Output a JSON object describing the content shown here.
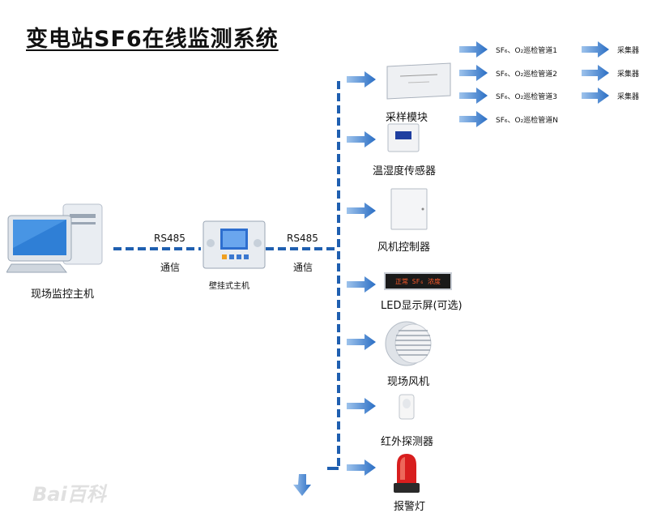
{
  "title": "变电站SF6在线监测系统",
  "host": {
    "label": "现场监控主机"
  },
  "wall_host": {
    "label": "壁挂式主机"
  },
  "link_left": {
    "protocol": "RS485",
    "caption": "通信"
  },
  "link_right": {
    "protocol": "RS485",
    "caption": "通信"
  },
  "devices": [
    {
      "id": "sampling-module",
      "label": "采样模块"
    },
    {
      "id": "temp-humidity-sensor",
      "label": "温湿度传感器"
    },
    {
      "id": "fan-controller",
      "label": "风机控制器"
    },
    {
      "id": "led-display",
      "label": "LED显示屏(可选)",
      "screen_text": "正常 SF₆ 浓度"
    },
    {
      "id": "onsite-fan",
      "label": "现场风机"
    },
    {
      "id": "ir-detector",
      "label": "红外探测器"
    },
    {
      "id": "alarm-light",
      "label": "报警灯"
    }
  ],
  "pipes": [
    {
      "label": "SF₆、O₂巡检管道1",
      "collector": "采集器"
    },
    {
      "label": "SF₆、O₂巡检管道2",
      "collector": "采集器"
    },
    {
      "label": "SF₆、O₂巡检管道3",
      "collector": "采集器"
    },
    {
      "label": "SF₆、O₂巡检管道N",
      "collector": ""
    }
  ],
  "watermark": "Bai百科",
  "colors": {
    "bus": "#1f5fb0",
    "arrow": "#2a6ec4",
    "alarm": "#d81e1e"
  }
}
